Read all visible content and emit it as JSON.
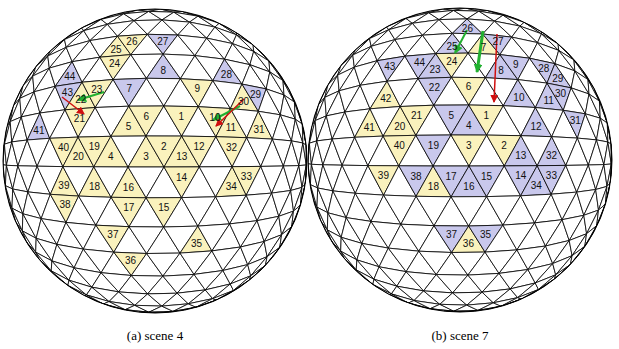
{
  "diagram": {
    "labels": [
      "26",
      "27",
      "25",
      "8",
      "7",
      "24",
      "9",
      "28",
      "29",
      "44",
      "23",
      "43",
      "22",
      "21",
      "41",
      "5",
      "6",
      "1",
      "10",
      "11",
      "30",
      "31",
      "40",
      "20",
      "4",
      "19",
      "3",
      "2",
      "13",
      "12",
      "32",
      "33",
      "39",
      "38",
      "18",
      "17",
      "16",
      "15",
      "14",
      "34",
      "37",
      "36",
      "35",
      "26",
      "27",
      "25",
      "24",
      "7",
      "8",
      "9",
      "28",
      "29",
      "44",
      "43",
      "23",
      "22",
      "5",
      "6",
      "1",
      "10",
      "11",
      "30",
      "31",
      "42",
      "41",
      "21",
      "20",
      "40",
      "19",
      "4",
      "3",
      "2",
      "13",
      "12",
      "32",
      "33",
      "39",
      "38",
      "18",
      "17",
      "16",
      "15",
      "14",
      "34",
      "37",
      "36",
      "35",
      "(a) scene 4",
      "(b) scene 7"
    ]
  }
}
